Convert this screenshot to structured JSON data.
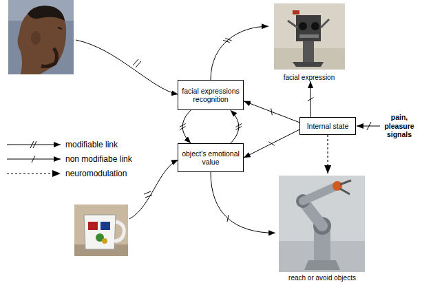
{
  "diagram": {
    "nodes": [
      {
        "text": [
          "facial expressions recognition"
        ]
      },
      {
        "text": [
          "object's emotional value"
        ]
      },
      {
        "text": [
          "Internal state"
        ]
      },
      {
        "text": [
          "facial expression"
        ]
      },
      {
        "text": [
          "reach or avoid objects"
        ]
      }
    ],
    "edges": [
      {
        "from": 0,
        "to": 3,
        "arrow": "to"
      },
      {
        "from": 2,
        "to": 0,
        "arrow": "to"
      },
      {
        "from": 2,
        "to": 1,
        "arrow": "to"
      },
      {
        "from": 2,
        "to": 3,
        "arrow": "to"
      },
      {
        "from": 2,
        "to": 4,
        "arrow": "to"
      },
      {
        "from": 0,
        "to": 1,
        "arrow": "to"
      },
      {
        "from": 1,
        "to": 0,
        "arrow": "to"
      },
      {
        "from": 1,
        "to": 4,
        "arrow": "to"
      }
    ],
    "labels": [
      "pain, pleasure signals"
    ],
    "legend": [
      {
        "text": "modifiable link"
      },
      {
        "text": "non modifiabe link"
      },
      {
        "text": "neuromodulation"
      }
    ]
  }
}
